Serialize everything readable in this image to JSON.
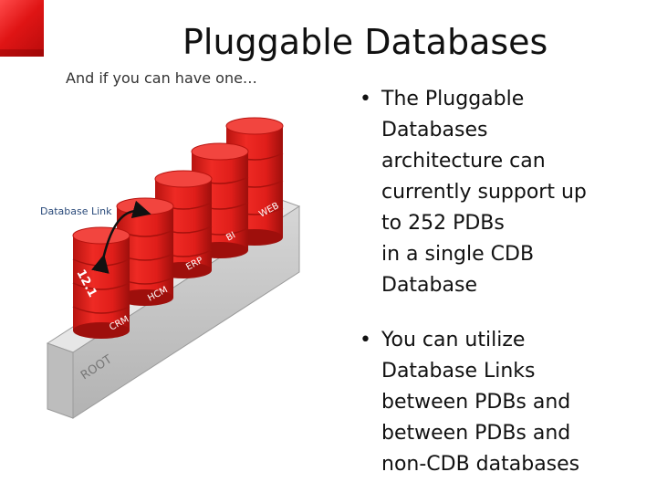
{
  "slide": {
    "title": "Pluggable Databases",
    "subtitle": "And if you can have one…",
    "accent_color": "#e01515"
  },
  "figure": {
    "link_label": "Database Link",
    "base_label": "ROOT",
    "version_label": "12.1",
    "cylinders": [
      "CRM",
      "HCM",
      "ERP",
      "BI",
      "WEB"
    ],
    "cylinder_color": "#e8231f",
    "base_color": "#c8c8c8"
  },
  "bullets": [
    {
      "text": "The Pluggable\nDatabases\narchitecture can\ncurrently support up\nto 252 PDBs\nin a single CDB\nDatabase"
    },
    {
      "text": "You can utilize\nDatabase Links\nbetween PDBs and\nbetween PDBs and\nnon-CDB databases"
    }
  ]
}
